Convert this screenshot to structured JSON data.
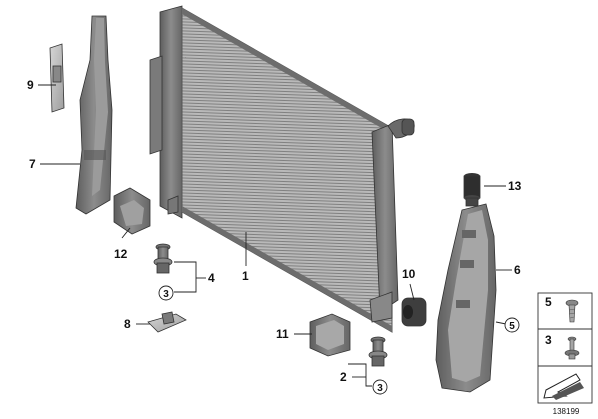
{
  "callouts": {
    "c1": "1",
    "c2": "2",
    "c3a": "3",
    "c3b": "3",
    "c4": "4",
    "c5": "5",
    "c6": "6",
    "c7": "7",
    "c8": "8",
    "c9": "9",
    "c10": "10",
    "c11": "11",
    "c12": "12",
    "c13": "13"
  },
  "legend": {
    "item_a": "5",
    "item_b": "3"
  },
  "diagram_number": "138199",
  "colors": {
    "part_dark": "#6f6f6f",
    "part_mid": "#9a9a9a",
    "part_light": "#c8c8c8",
    "outline": "#333333"
  }
}
